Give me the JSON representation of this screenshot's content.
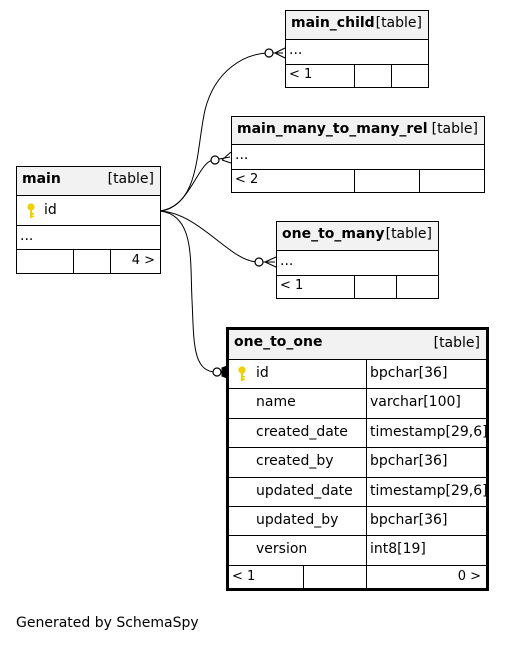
{
  "tables": {
    "main_child": {
      "name": "main_child",
      "type": "[table]",
      "ellipsis": "...",
      "footer_left": "< 1",
      "footer_right": ""
    },
    "main_many_to_many_rel": {
      "name": "main_many_to_many_rel",
      "type": "[table]",
      "ellipsis": "...",
      "footer_left": "< 2",
      "footer_right": ""
    },
    "main": {
      "name": "main",
      "type": "[table]",
      "key_column": "id",
      "ellipsis": "...",
      "footer_left": "",
      "footer_right": "4 >"
    },
    "one_to_many": {
      "name": "one_to_many",
      "type": "[table]",
      "ellipsis": "...",
      "footer_left": "< 1",
      "footer_right": ""
    },
    "one_to_one": {
      "name": "one_to_one",
      "type": "[table]",
      "columns": [
        {
          "name": "id",
          "type": "bpchar[36]",
          "key": true
        },
        {
          "name": "name",
          "type": "varchar[100]",
          "key": false
        },
        {
          "name": "created_date",
          "type": "timestamp[29,6]",
          "key": false
        },
        {
          "name": "created_by",
          "type": "bpchar[36]",
          "key": false
        },
        {
          "name": "updated_date",
          "type": "timestamp[29,6]",
          "key": false
        },
        {
          "name": "updated_by",
          "type": "bpchar[36]",
          "key": false
        },
        {
          "name": "version",
          "type": "int8[19]",
          "key": false
        }
      ],
      "footer_left": "< 1",
      "footer_right": "0 >"
    }
  },
  "key_icon_color": "#f0d000",
  "credit": "Generated by SchemaSpy"
}
